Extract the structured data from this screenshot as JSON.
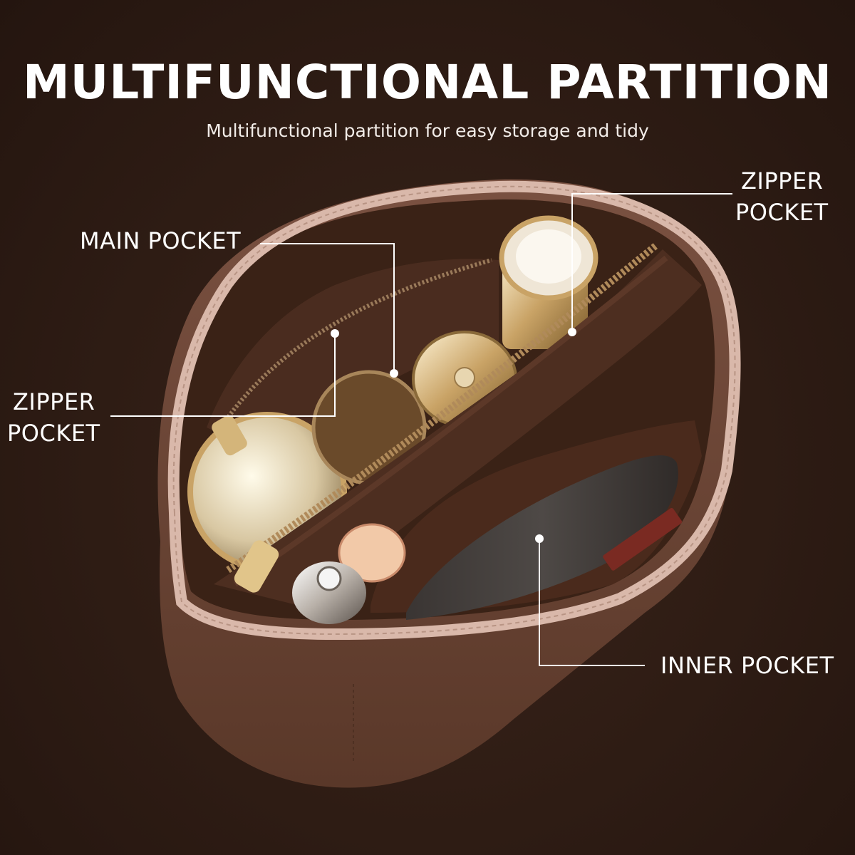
{
  "title": "MULTIFUNCTIONAL PARTITION",
  "subtitle": "Multifunctional partition for easy storage and tidy",
  "callouts": {
    "main_pocket": "MAIN POCKET",
    "zipper_pocket_left_line1": "ZIPPER",
    "zipper_pocket_left_line2": "POCKET",
    "zipper_pocket_right_line1": "ZIPPER",
    "zipper_pocket_right_line2": "POCKET",
    "inner_pocket": "INNER POCKET"
  },
  "colors": {
    "background": "#2c1b14",
    "felt": "#6b4636",
    "felt_inner": "#3e2418",
    "trim": "#d9b8aa",
    "text": "#ffffff"
  }
}
